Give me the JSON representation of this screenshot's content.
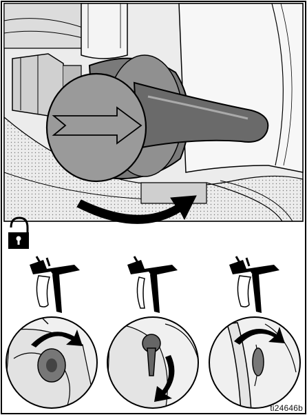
{
  "figure": {
    "id_label": "ti24646b"
  },
  "icons": {
    "top": "valve-knob-rotate-illustration",
    "lock": "unlocked-padlock-icon",
    "guns": [
      "spray-gun-icon",
      "spray-gun-icon",
      "spray-gun-icon"
    ],
    "closeups": [
      "tip-guard-rotate-closeup",
      "trigger-lock-rotate-closeup",
      "trigger-lock-rotate-closeup"
    ]
  }
}
